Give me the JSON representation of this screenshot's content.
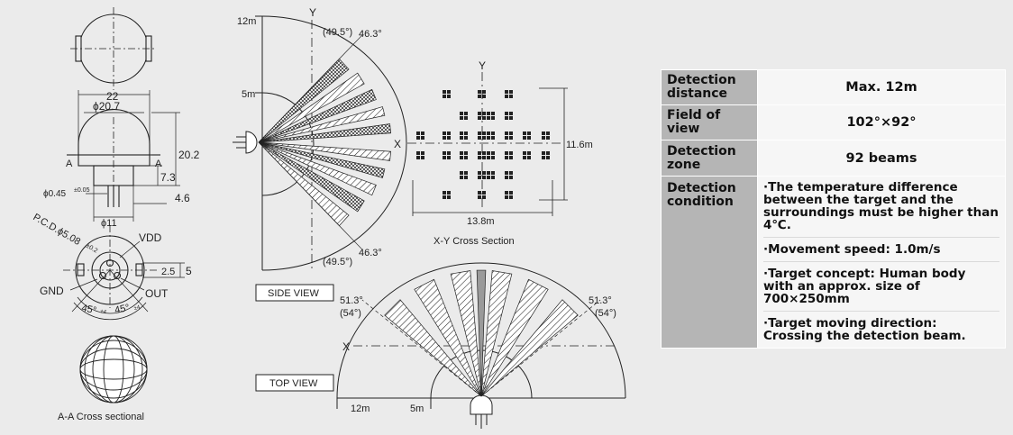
{
  "diagram": {
    "top_dims": {
      "width": "22",
      "dia": "ϕ20.7",
      "height": "20.2",
      "h2": "7.3",
      "h3": "4.6",
      "pin_dia": "ϕ0.45",
      "pin_tol": "±0.05",
      "base_dia": "ϕ11",
      "section_a_left": "A",
      "section_a_right": "A"
    },
    "pin_view": {
      "pcd": "P.C.D.ϕ5.08",
      "pcd_tol": "±0.2",
      "vdd": "VDD",
      "gnd": "GND",
      "out": "OUT",
      "dim_2_5": "2.5",
      "dim_5": "5",
      "angle_left": "45°",
      "angle_left_tol": "±4",
      "angle_right": "45°",
      "angle_right_tol": "±4"
    },
    "lens_caption": "A-A Cross sectional",
    "side_view": {
      "label": "SIDE VIEW",
      "tick_12m": "12m",
      "tick_5m": "5m",
      "axis_y": "Y",
      "angle_top_paren": "(49.5°)",
      "angle_top": "46.3°",
      "angle_bot_paren": "(49.5°)",
      "angle_bot": "46.3°"
    },
    "xy_section": {
      "axis_y": "Y",
      "axis_x": "X",
      "height": "11.6m",
      "width": "13.8m",
      "caption": "X-Y Cross Section"
    },
    "top_view": {
      "label": "TOP VIEW",
      "axis_x": "X",
      "tick_12m": "12m",
      "tick_5m": "5m",
      "angle_left": "51.3°",
      "angle_left_paren": "(54°)",
      "angle_right": "51.3°",
      "angle_right_paren": "(54°)"
    }
  },
  "specs": {
    "detection_distance": {
      "label": "Detection distance",
      "value": "Max. 12m"
    },
    "field_of_view": {
      "label": "Field of view",
      "value": "102°×92°"
    },
    "detection_zone": {
      "label": "Detection zone",
      "value": "92 beams"
    },
    "detection_condition": {
      "label": "Detection condition",
      "items": [
        "·The temperature difference between the target and the surroundings must be higher than 4℃.",
        "·Movement speed: 1.0m/s",
        "·Target concept: Human body with an approx. size of 700×250mm",
        "·Target moving direction: Crossing the detection beam."
      ]
    }
  },
  "colors": {
    "background": "#ebebeb",
    "header_cell": "#b5b5b5",
    "value_cell": "#f6f6f6",
    "line": "#222222"
  }
}
